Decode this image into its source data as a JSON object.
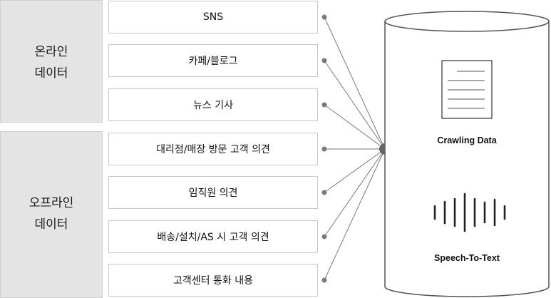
{
  "groups": {
    "online": {
      "line1": "온라인",
      "line2": "데이터"
    },
    "offline": {
      "line1": "오프라인",
      "line2": "데이터"
    }
  },
  "sources": [
    "SNS",
    "카페/블로그",
    "뉴스 기사",
    "대리점/매장 방문 고객 의견",
    "임직원 의견",
    "배송/설치/AS 시 고객 의견",
    "고객센터 통화 내용"
  ],
  "database": {
    "crawling_label": "Crawling Data",
    "stt_label": "Speech-To-Text",
    "document_icon": "document-icon",
    "waveform_icon": "audio-waveform-icon"
  },
  "colors": {
    "group_fill": "#e4e4e4",
    "connector": "#7a7a7a",
    "cylinder_stroke": "#555555"
  }
}
